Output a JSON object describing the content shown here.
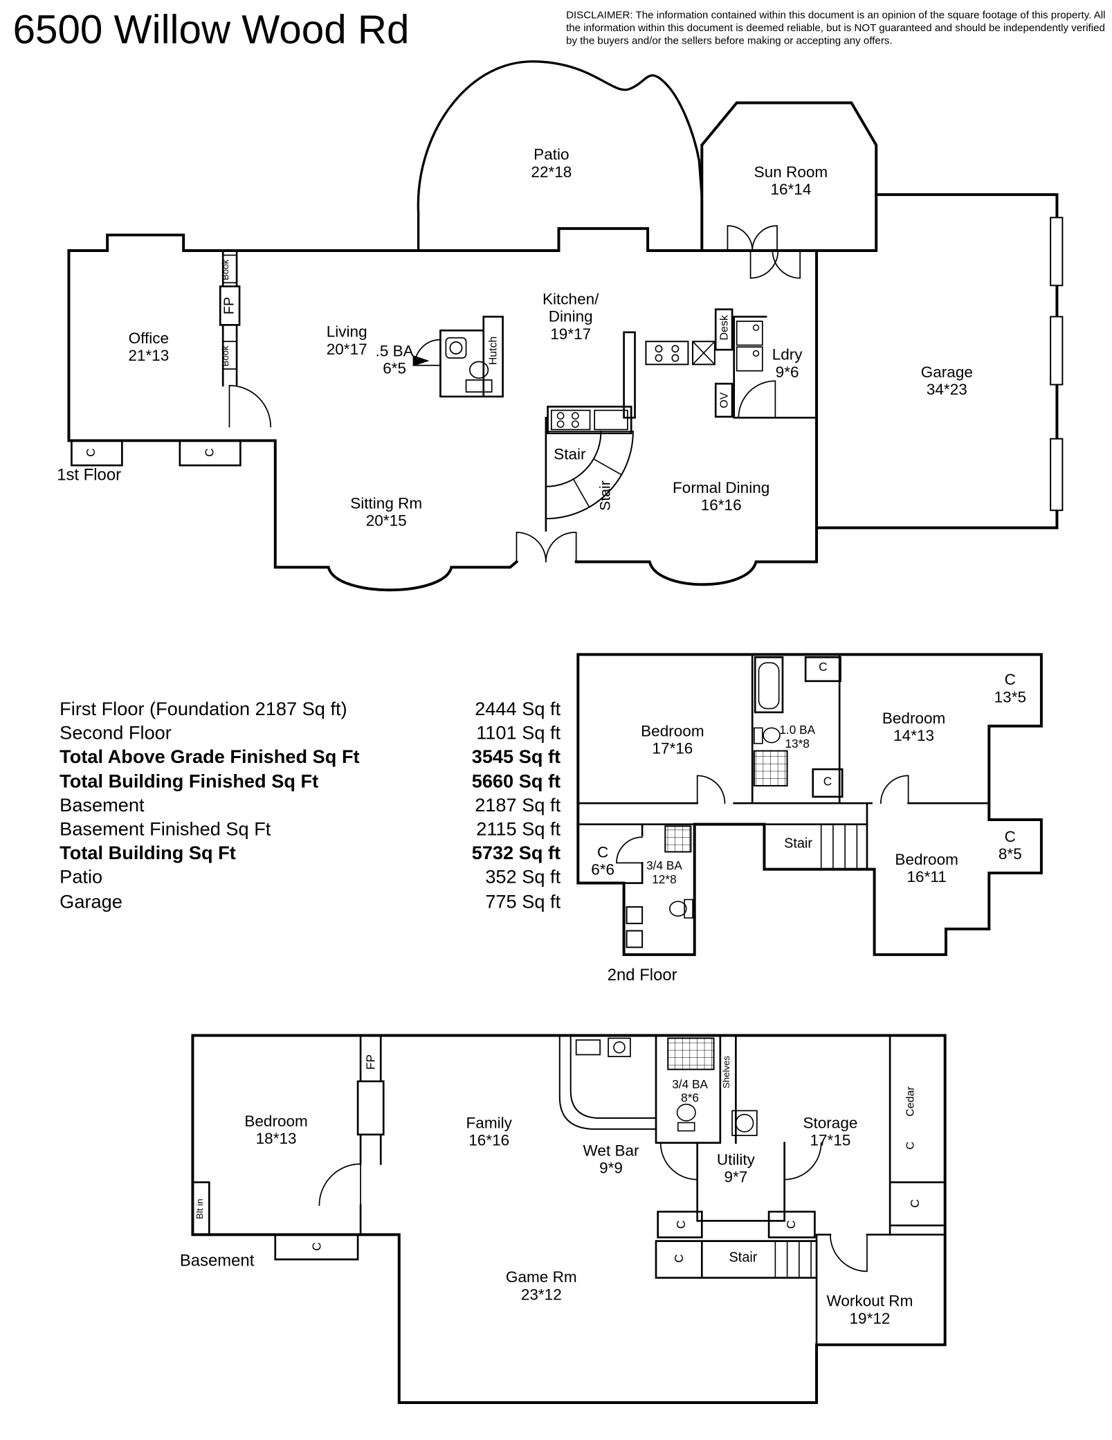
{
  "header": {
    "title": "6500 Willow Wood Rd",
    "disclaimer": "DISCLAIMER: The information contained within this document is an opinion of the square footage of this property. All the information within this document is deemed reliable, but is NOT guaranteed and should be independently verified by the buyers and/or the sellers before making or accepting any offers."
  },
  "area_table": {
    "rows": [
      {
        "label": "First Floor (Foundation 2187 Sq ft)",
        "value": "2444 Sq ft"
      },
      {
        "label": "Second Floor",
        "value": "1101 Sq ft"
      },
      {
        "label": "Total Above Grade Finished Sq Ft",
        "value": "3545 Sq ft"
      },
      {
        "label": "Total Building Finished Sq Ft",
        "value": "5660 Sq ft"
      },
      {
        "label": "Basement",
        "value": "2187 Sq ft"
      },
      {
        "label": "Basement Finished Sq Ft",
        "value": "2115 Sq ft"
      },
      {
        "label": "Total Building Sq Ft",
        "value": "5732 Sq ft"
      },
      {
        "label": "Patio",
        "value": "352 Sq ft"
      },
      {
        "label": "Garage",
        "value": "775 Sq ft"
      }
    ]
  },
  "first_floor": {
    "floor_label": "1st Floor",
    "rooms": {
      "patio": {
        "name": "Patio",
        "size": "22*18"
      },
      "sun_room": {
        "name": "Sun Room",
        "size": "16*14"
      },
      "office": {
        "name": "Office",
        "size": "21*13"
      },
      "living": {
        "name": "Living",
        "size": "20*17"
      },
      "half_bath": {
        "name": ".5 BA",
        "size": "6*5"
      },
      "kitchen": {
        "name": "Kitchen/",
        "name2": "Dining",
        "size": "19*17"
      },
      "laundry": {
        "name": "Ldry",
        "size": "9*6"
      },
      "garage": {
        "name": "Garage",
        "size": "34*23"
      },
      "formal_dining": {
        "name": "Formal Dining",
        "size": "16*16"
      },
      "sitting": {
        "name": "Sitting Rm",
        "size": "20*15"
      },
      "stair": "Stair",
      "stair_v": "Stair"
    },
    "fixtures": {
      "fireplace": "FP",
      "book_top": "Book",
      "book_bottom": "Book",
      "hutch": "Hutch",
      "desk": "Desk",
      "oven": "OV",
      "closet1": "C",
      "closet2": "C"
    }
  },
  "second_floor": {
    "floor_label": "2nd Floor",
    "rooms": {
      "bedroom_a": {
        "name": "Bedroom",
        "size": "17*16"
      },
      "bath_full": {
        "name": "1.0 BA",
        "size": "13*8"
      },
      "bedroom_b": {
        "name": "Bedroom",
        "size": "14*13"
      },
      "closet_13_5": {
        "name": "C",
        "size": "13*5"
      },
      "closet_6_6": {
        "name": "C",
        "size": "6*6"
      },
      "bath_34": {
        "name": "3/4 BA",
        "size": "12*8"
      },
      "bedroom_c": {
        "name": "Bedroom",
        "size": "16*11"
      },
      "closet_8_5": {
        "name": "C",
        "size": "8*5"
      },
      "stair": "Stair",
      "closet_top": "C",
      "closet_mid": "C"
    }
  },
  "basement": {
    "floor_label": "Basement",
    "rooms": {
      "bedroom": {
        "name": "Bedroom",
        "size": "18*13"
      },
      "family": {
        "name": "Family",
        "size": "16*16"
      },
      "wet_bar": {
        "name": "Wet Bar",
        "size": "9*9"
      },
      "bath_34": {
        "name": "3/4 BA",
        "size": "8*6"
      },
      "storage": {
        "name": "Storage",
        "size": "17*15"
      },
      "utility": {
        "name": "Utility",
        "size": "9*7"
      },
      "game": {
        "name": "Game Rm",
        "size": "23*12"
      },
      "workout": {
        "name": "Workout Rm",
        "size": "19*12"
      },
      "stair": "Stair"
    },
    "fixtures": {
      "fireplace": "FP",
      "shelves": "Shelves",
      "cedar": "Cedar",
      "cedar_c": "C",
      "built_in": "Blt in",
      "closet_bedroom": "C",
      "closet_right": "C",
      "closet_ut_left": "C",
      "closet_ut_right": "C",
      "closet_stair": "C"
    }
  }
}
